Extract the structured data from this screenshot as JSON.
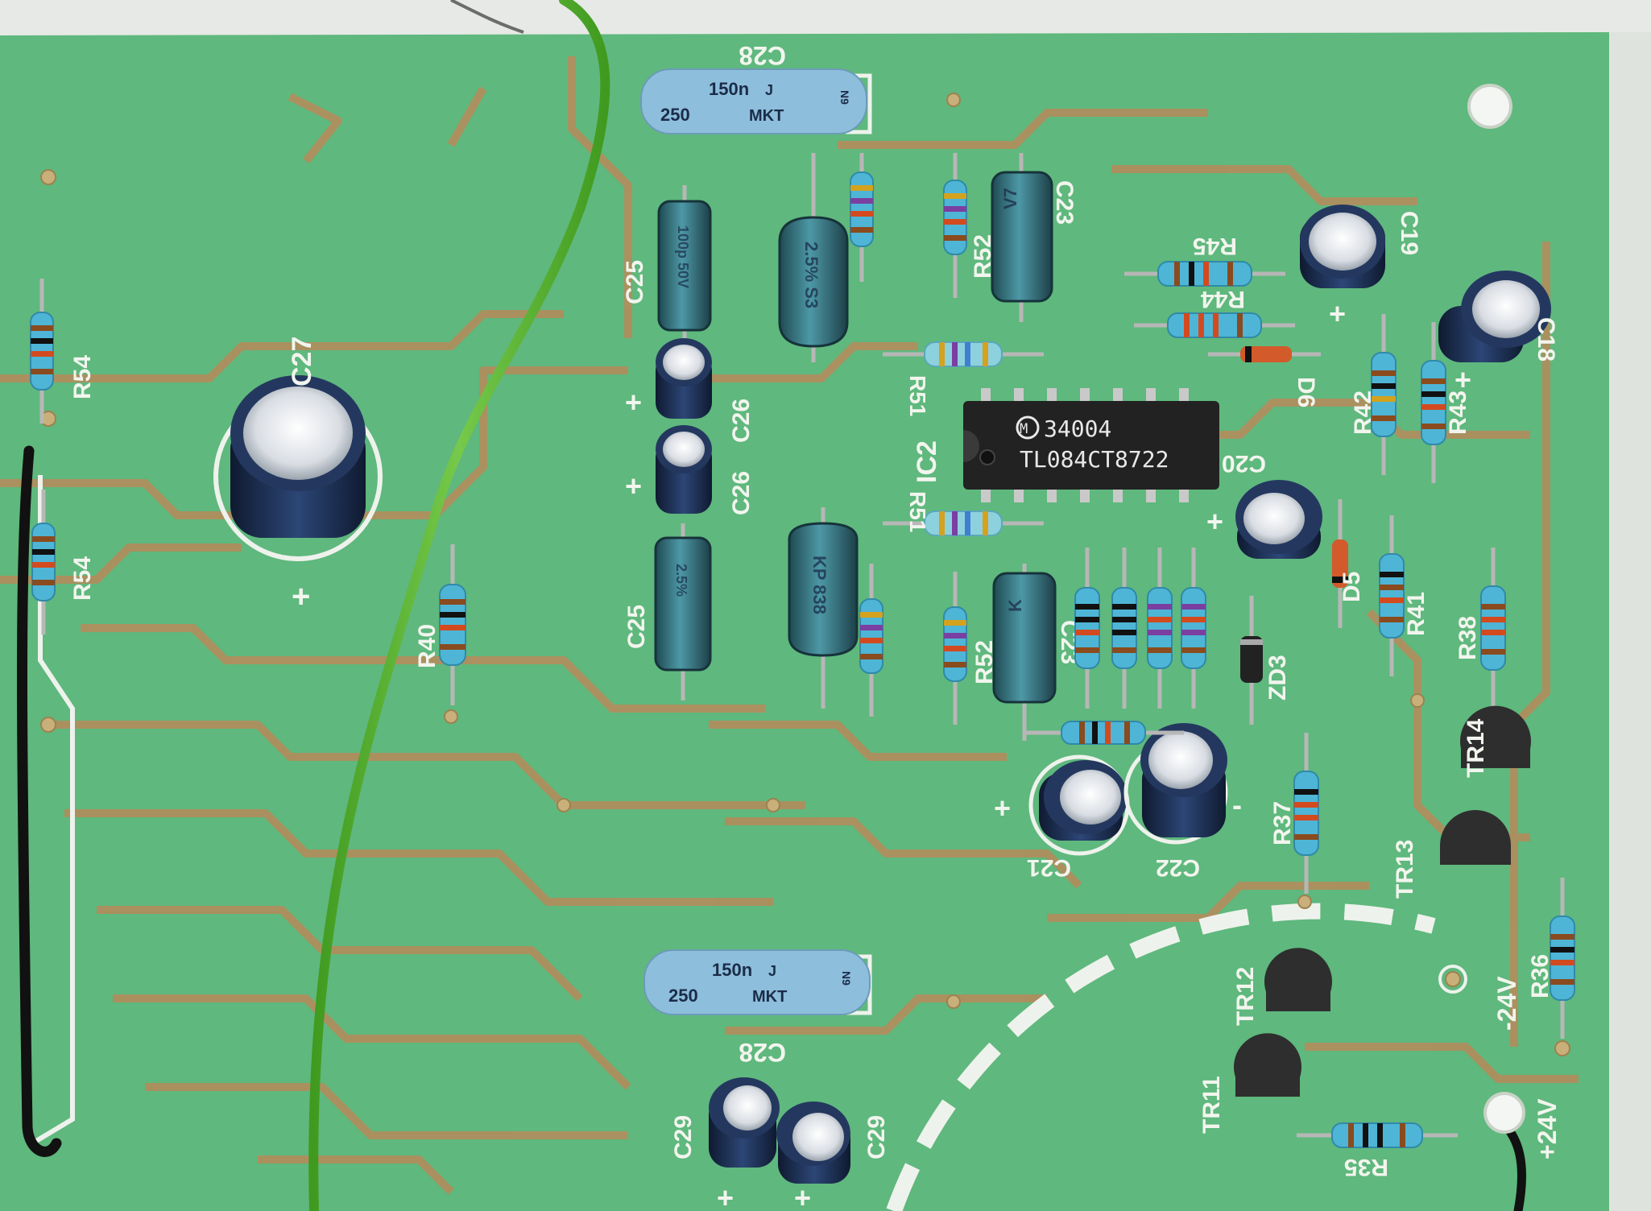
{
  "board": {
    "colors": {
      "pcb": "#5fb87d",
      "trace": "#b88a5a",
      "silkscreen": "#f2f5ee",
      "background": "#e9ece8",
      "wire_green": "#4fb02a",
      "wire_black": "#111111",
      "film_cap": "#8dbedc",
      "electrolytic": "#1d2f52",
      "ic_body": "#222222"
    },
    "ic": {
      "ref": "IC2",
      "line1": "34004",
      "line2": "TL084CT8722"
    },
    "film_caps": [
      {
        "ref": "C28",
        "line1": "150n",
        "line2": "J",
        "line3": "250",
        "line4": "MKT",
        "tag": "N9"
      },
      {
        "ref": "C28",
        "line1": "150n",
        "line2": "J",
        "line3": "250",
        "line4": "MKT",
        "tag": "N9"
      }
    ],
    "glass_caps": [
      {
        "ref": "C25",
        "marking": "100p 50V"
      },
      {
        "ref": "C25",
        "marking": "2.5%"
      },
      {
        "ref": "",
        "marking": "2.5% S3"
      },
      {
        "ref": "",
        "marking": "KP 838"
      },
      {
        "ref": "C23",
        "marking": "V7"
      },
      {
        "ref": "C23",
        "marking": "K"
      }
    ],
    "electrolytic_caps": [
      "C27",
      "C26",
      "C26",
      "C19",
      "C18",
      "C20",
      "C21",
      "C22",
      "C29",
      "C29"
    ],
    "resistors": [
      "R54",
      "R54",
      "R40",
      "R52",
      "R52",
      "R51",
      "R51",
      "R45",
      "R44",
      "R42",
      "R43",
      "R41",
      "R38",
      "R37",
      "R36",
      "R35"
    ],
    "diodes": [
      "D6",
      "D5",
      "ZD3"
    ],
    "transistors": [
      "TR14",
      "TR13",
      "TR12",
      "TR11"
    ],
    "supply_labels": [
      "-24V",
      "+24V"
    ],
    "polarity": {
      "plus": "+",
      "minus": "-"
    }
  }
}
